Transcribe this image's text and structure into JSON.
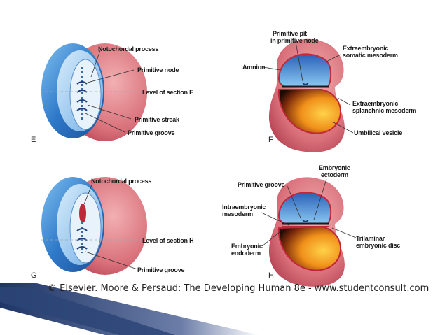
{
  "panels": {
    "E": {
      "letter": "E",
      "labels": {
        "notochordal_process": "Notochordal process",
        "primitive_node": "Primitive node",
        "level_of_section": "Level of section F",
        "primitive_streak": "Primitive streak",
        "primitive_groove": "Primitive groove"
      }
    },
    "F": {
      "letter": "F",
      "labels": {
        "primitive_pit_line1": "Primitive pit",
        "primitive_pit_line2": "in primitive node",
        "amnion": "Amnion",
        "extraembryonic_somatic_line1": "Extraembryonic",
        "extraembryonic_somatic_line2": "somatic mesoderm",
        "extraembryonic_splanchnic_line1": "Extraembryonic",
        "extraembryonic_splanchnic_line2": "splanchnic mesoderm",
        "umbilical_vesicle": "Umbilical vesicle"
      }
    },
    "G": {
      "letter": "G",
      "labels": {
        "notochordal_process": "Notochordal process",
        "level_of_section": "Level of section H",
        "primitive_groove": "Primitive groove"
      }
    },
    "H": {
      "letter": "H",
      "labels": {
        "embryonic_ectoderm_line1": "Embryonic",
        "embryonic_ectoderm_line2": "ectoderm",
        "primitive_groove": "Primitive groove",
        "intraembryonic_line1": "Intraembryonic",
        "intraembryonic_line2": "mesoderm",
        "trilaminar_line1": "Trilaminar",
        "trilaminar_line2": "embryonic disc",
        "embryonic_endoderm_line1": "Embryonic",
        "embryonic_endoderm_line2": "endoderm"
      }
    }
  },
  "credit": "© Elsevier. Moore & Persaud: The Developing Human 8e - www.studentconsult.com",
  "colors": {
    "amnion_blue": "#2f79c9",
    "mesoderm_pink": "#d9707a",
    "vesicle_orange": "#f2a020",
    "slide_accent": "#1f3566"
  }
}
